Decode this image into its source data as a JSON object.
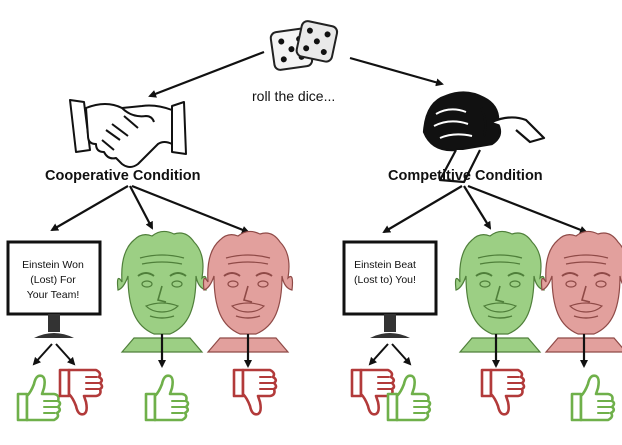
{
  "dice_label": "roll the dice...",
  "conditions": [
    {
      "name": "Cooperative Condition",
      "icon": "handshake-icon",
      "monitor_lines": [
        "Einstein Won",
        "(Lost) For",
        "Your Team!"
      ],
      "outcomes": [
        {
          "face": "monitor",
          "feedback": [
            "thumbs-up",
            "thumbs-down"
          ]
        },
        {
          "face": "einstein-green",
          "feedback": [
            "thumbs-up"
          ]
        },
        {
          "face": "einstein-red",
          "feedback": [
            "thumbs-down"
          ]
        }
      ]
    },
    {
      "name": "Competitive Condition",
      "icon": "arm-wrestle-icon",
      "monitor_lines": [
        "Einstein Beat",
        "(Lost to) You!"
      ],
      "outcomes": [
        {
          "face": "monitor",
          "feedback": [
            "thumbs-down",
            "thumbs-up"
          ]
        },
        {
          "face": "einstein-green",
          "feedback": [
            "thumbs-down"
          ]
        },
        {
          "face": "einstein-red",
          "feedback": [
            "thumbs-up"
          ]
        }
      ]
    }
  ],
  "colors": {
    "green": "#6fb04a",
    "red": "#b23a3a",
    "face_green": "#9ccf84",
    "face_red": "#e2a09d",
    "ink": "#111111"
  }
}
